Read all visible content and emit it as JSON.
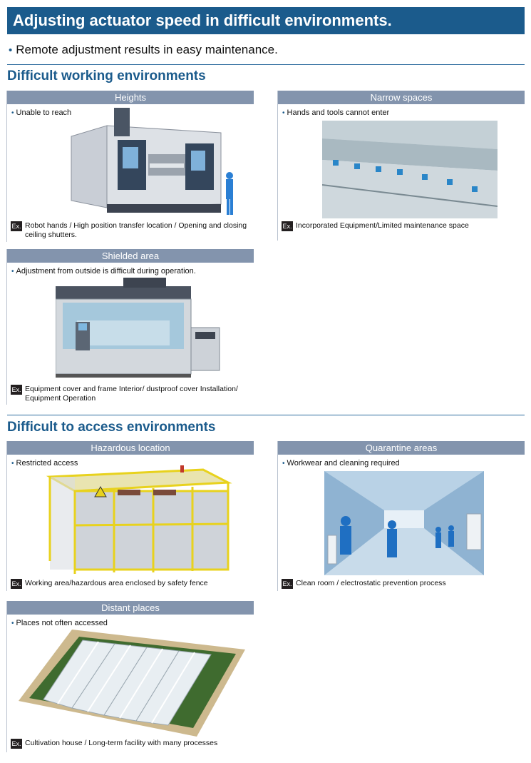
{
  "header": {
    "title": "Adjusting actuator speed in difficult environments."
  },
  "lead": {
    "text": "Remote adjustment results in easy maintenance."
  },
  "sections": [
    {
      "title": "Difficult working environments"
    },
    {
      "title": "Difficult to access environments"
    }
  ],
  "cards": {
    "heights": {
      "title": "Heights",
      "bullet": "Unable to reach",
      "ex_label": "Ex.",
      "example": "Robot hands / High position transfer location / Opening and closing ceiling shutters."
    },
    "narrow": {
      "title": "Narrow spaces",
      "bullet": "Hands and tools cannot enter",
      "ex_label": "Ex.",
      "example": "Incorporated Equipment/Limited maintenance space"
    },
    "shielded": {
      "title": "Shielded area",
      "bullet": "Adjustment from outside is difficult during operation.",
      "ex_label": "Ex.",
      "example": "Equipment cover and frame Interior/ dustproof cover Installation/ Equipment Operation"
    },
    "hazardous": {
      "title": "Hazardous location",
      "bullet": "Restricted access",
      "ex_label": "Ex.",
      "example": "Working area/hazardous area enclosed by safety fence"
    },
    "quarantine": {
      "title": "Quarantine areas",
      "bullet": "Workwear and cleaning required",
      "ex_label": "Ex.",
      "example": "Clean room / electrostatic prevention process"
    },
    "distant": {
      "title": "Distant places",
      "bullet": "Places not often accessed",
      "ex_label": "Ex.",
      "example": "Cultivation house / Long-term facility with many processes"
    }
  },
  "colors": {
    "brand_blue": "#1b5b8c",
    "card_header": "#8394ad",
    "worker_blue": "#2a7fd4",
    "fence_yellow": "#e8d21d"
  },
  "bullet_glyph": "•"
}
